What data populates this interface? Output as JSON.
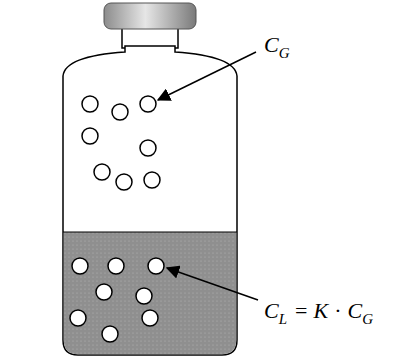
{
  "diagram": {
    "labels": [
      "C",
      "G",
      "C",
      "L",
      "=",
      "K",
      "·",
      "C",
      "G"
    ]
  }
}
